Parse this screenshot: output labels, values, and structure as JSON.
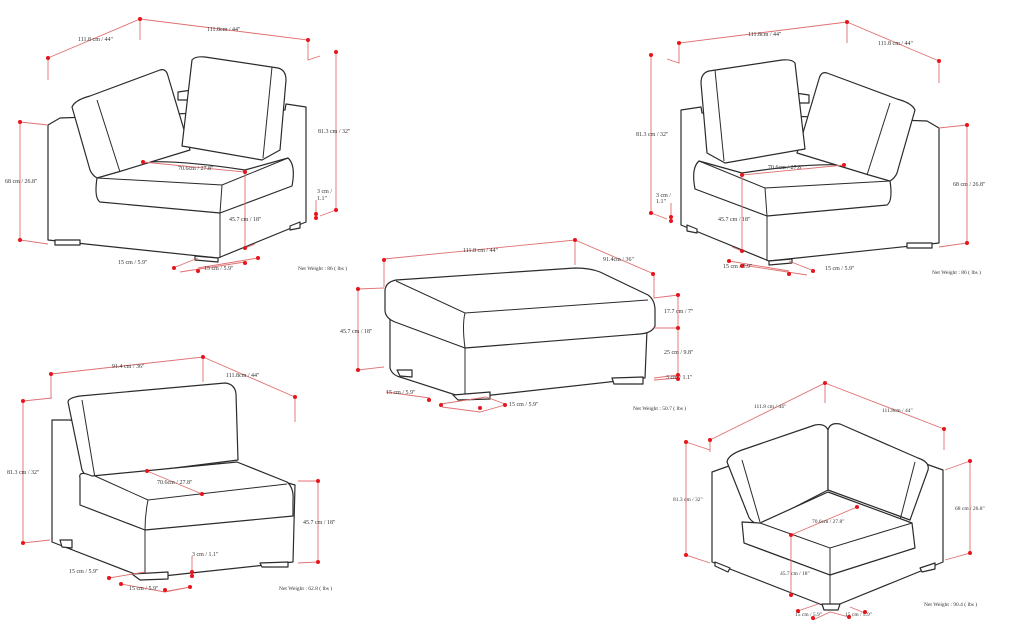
{
  "colors": {
    "outline": "#2b2b2b",
    "dimension": "#e07070",
    "marker": "#e8141b"
  },
  "pieces": {
    "left_arm": {
      "depth": "111.8 cm / 44\"",
      "width": "111.8cm / 44\"",
      "height": "81.3 cm / 32\"",
      "arm_height": "68 cm / 26.8\"",
      "seat_depth": "70.6cm / 27.8\"",
      "clearance_a": "3 cm /",
      "clearance_b": "1.1\"",
      "seat_height": "45.7 cm / 18\"",
      "leg_a": "15 cm / 5.9\"",
      "leg_b": "15 cm / 5.9\"",
      "weight": "Net Weight : 86 ( lbs )"
    },
    "right_arm": {
      "width": "111.8cm / 44\"",
      "depth": "111.8 cm / 44\"",
      "height": "81.3 cm / 32\"",
      "seat_depth": "70.6cm / 27.8\"",
      "clearance_a": "3 cm /",
      "clearance_b": "1.1\"",
      "seat_height": "45.7 cm / 18\"",
      "arm_height": "68 cm / 26.8\"",
      "leg_a": "15 cm / 5.9\"",
      "leg_b": "15 cm / 5.9\"",
      "weight": "Net Weight : 86 ( lbs )"
    },
    "ottoman": {
      "width": "111.8 cm / 44\"",
      "depth": "91.4cm / 36\"",
      "height": "45.7 cm / 18\"",
      "cushion": "17.7 cm / 7\"",
      "base": "25 cm / 9.8\"",
      "clearance": "3 cm / 1.1\"",
      "leg_a": "15 cm / 5.9\"",
      "leg_b": "15 cm / 5.9\"",
      "weight": "Net Weight : 50.7 ( lbs )"
    },
    "armless": {
      "width": "91.4 cm / 36\"",
      "depth": "111.8cm / 44\"",
      "height": "81.3 cm / 32\"",
      "seat_depth": "70.6cm / 27.8\"",
      "seat_height": "45.7 cm / 18\"",
      "clearance": "3 cm / 1.1\"",
      "leg_a": "15 cm / 5.9\"",
      "leg_b": "15 cm / 5.9\"",
      "weight": "Net Weight : 62.8 ( lbs )"
    },
    "corner": {
      "width_left": "111.8 cm / 44\"",
      "width_right": "111.8cm / 44\"",
      "height": "81.3 cm / 32\"",
      "arm_height": "68 cm / 26.8\"",
      "seat_depth": "70.6cm / 27.8\"",
      "seat_height": "45.7 cm / 18\"",
      "leg_a": "15 cm / 5.9\"",
      "leg_b": "15 cm / 5.9\"",
      "weight": "Net Weight : 90.4 ( lbs )"
    }
  }
}
